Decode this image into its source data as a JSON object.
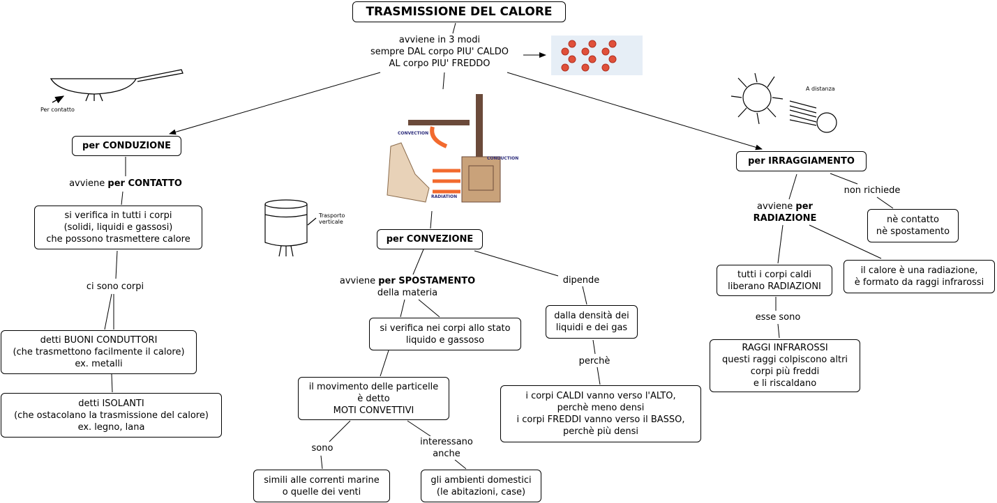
{
  "title": "TRASMISSIONE DEL CALORE",
  "root_link": "avviene in 3 modi\nsempre DAL corpo PIU' CALDO\nAL corpo PIU' FREDDO",
  "images": {
    "pan_caption": "Per contatto",
    "sun_caption": "A distanza",
    "beaker_caption": "Trasporto\nverticale",
    "stove_labels": {
      "convection": "CONVECTION",
      "conduction": "CONDUCTION",
      "radiation": "RADIATION"
    }
  },
  "conduzione": {
    "node_prefix": "per ",
    "node": "per CONDUZIONE",
    "link1_a": "avviene ",
    "link1_b": "per CONTATTO",
    "box1": "si verifica in tutti i corpi\n(solidi, liquidi e gassosi)\nche possono trasmettere calore",
    "link2": "ci sono corpi",
    "box2": "detti BUONI CONDUTTORI\n(che trasmettono facilmente il calore)\nex. metalli",
    "box3": "detti ISOLANTI\n(che ostacolano la trasmissione del calore)\nex. legno, lana"
  },
  "convezione": {
    "node": "per CONVEZIONE",
    "link1_a": "avviene ",
    "link1_b": "per SPOSTAMENTO",
    "link1_c": "della materia",
    "link2": "dipende",
    "box1": "si verifica nei corpi allo stato\nliquido e gassoso",
    "box2": "dalla densità dei\nliquidi e dei gas",
    "link3": "perchè",
    "box3": "i corpi CALDI vanno verso l'ALTO,\nperchè meno densi\ni corpi FREDDI vanno verso il BASSO,\nperchè più densi",
    "box4": "il movimento delle particelle\nè detto\nMOTI CONVETTIVI",
    "link4": "sono",
    "link5": "interessano\nanche",
    "box5": "simili alle correnti marine\no quelle dei venti",
    "box6": "gli ambienti domestici\n(le abitazioni, case)"
  },
  "irraggiamento": {
    "node": "per IRRAGGIAMENTO",
    "link1": "non richiede",
    "box1": "nè contatto\nnè spostamento",
    "link2_a": "avviene ",
    "link2_b": "per",
    "link2_c": "RADIAZIONE",
    "box2": "tutti i corpi caldi\nliberano RADIAZIONI",
    "box3": "il calore è una radiazione,\nè formato da raggi infrarossi",
    "link3": "esse sono",
    "box4": "RAGGI INFRAROSSI\nquesti raggi colpiscono altri\ncorpi più freddi\ne li riscaldano"
  },
  "colors": {
    "arrow_orange": "#f26a2e",
    "stove": "#c9a27a",
    "label_blue": "#2a2a7a",
    "molecule": "#e0503a"
  }
}
